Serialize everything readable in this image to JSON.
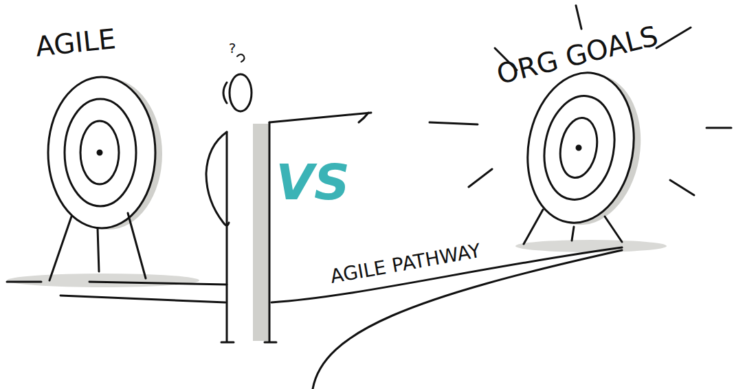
{
  "diagram": {
    "labels": [
      "AGILE",
      "?",
      "VS",
      "ORG GOALS",
      "AGILE PATHWAY"
    ]
  }
}
